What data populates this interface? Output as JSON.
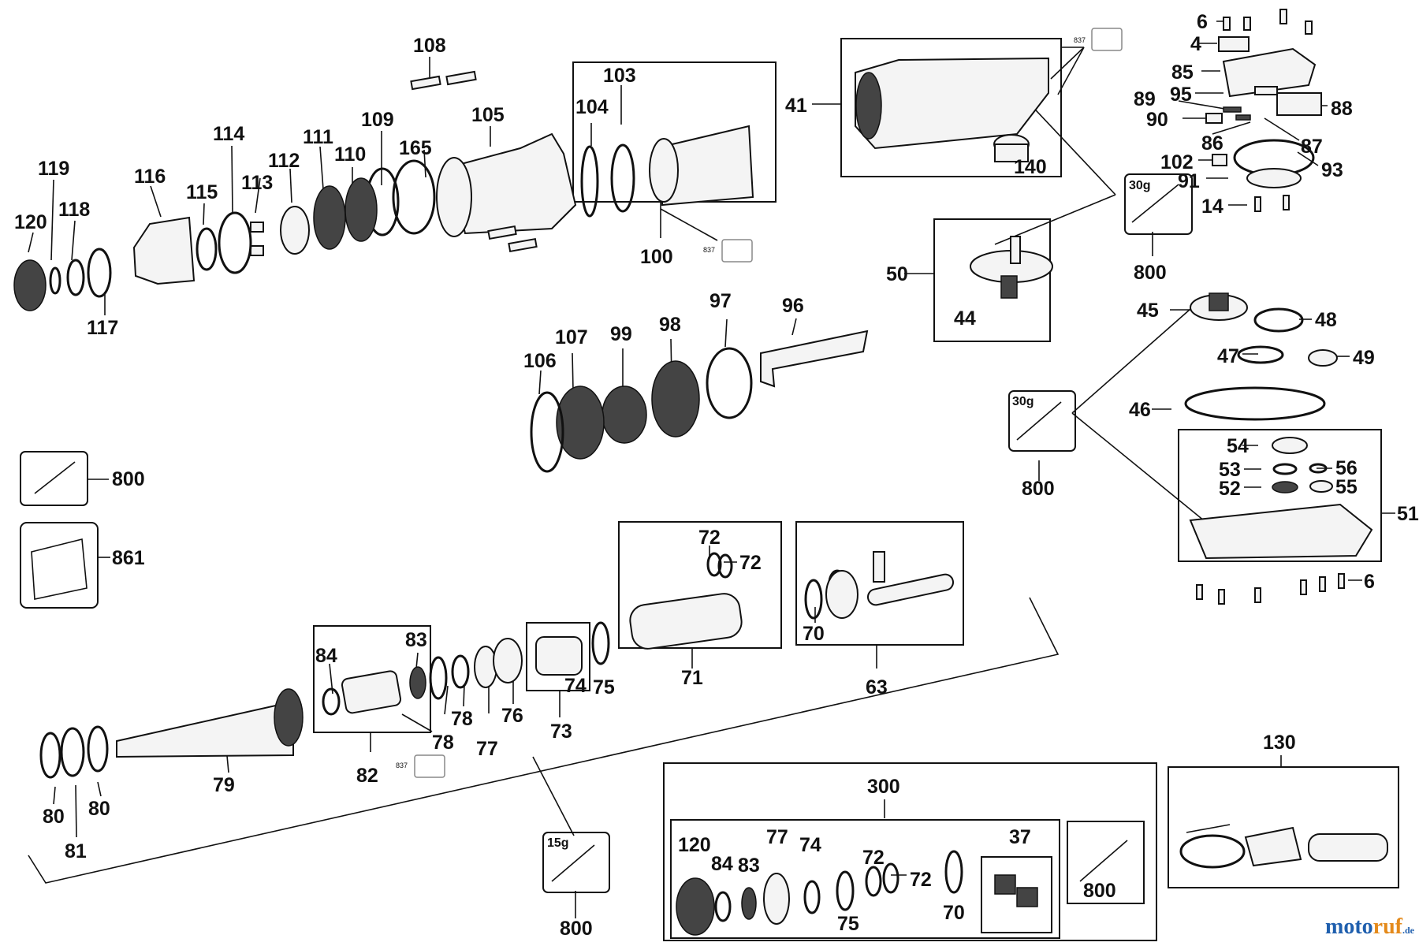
{
  "labels": {
    "l6a": "6",
    "l4": "4",
    "l85": "85",
    "l95": "95",
    "l88": "88",
    "l89": "89",
    "l90": "90",
    "l86": "86",
    "l87": "87",
    "l93": "93",
    "l102": "102",
    "l91": "91",
    "l14": "14",
    "l41": "41",
    "l140": "140",
    "l50": "50",
    "l44": "44",
    "l800a": "800",
    "l108": "108",
    "l103": "103",
    "l104": "104",
    "l105": "105",
    "l100": "100",
    "l165": "165",
    "l109": "109",
    "l110": "110",
    "l111": "111",
    "l112": "112",
    "l113": "113",
    "l114": "114",
    "l115": "115",
    "l116": "116",
    "l119": "119",
    "l118": "118",
    "l120": "120",
    "l117": "117",
    "l97": "97",
    "l96": "96",
    "l98": "98",
    "l99": "99",
    "l107": "107",
    "l106": "106",
    "l45": "45",
    "l48": "48",
    "l47": "47",
    "l49": "49",
    "l46": "46",
    "l54": "54",
    "l53": "53",
    "l56": "56",
    "l52": "52",
    "l55": "55",
    "l51": "51",
    "l800b": "800",
    "l6b": "6",
    "l800c": "800",
    "l861": "861",
    "l72a": "72",
    "l72b": "72",
    "l71": "71",
    "l70a": "70",
    "l63": "63",
    "l84a": "84",
    "l83a": "83",
    "l82": "82",
    "l78a": "78",
    "l78b": "78",
    "l77a": "77",
    "l76": "76",
    "l74a": "74",
    "l75a": "75",
    "l73": "73",
    "l79": "79",
    "l80a": "80",
    "l80b": "80",
    "l81": "81",
    "l800d": "800",
    "l300": "300",
    "l120b": "120",
    "l84b": "84",
    "l83b": "83",
    "l77b": "77",
    "l74b": "74",
    "l75b": "75",
    "l72c": "72",
    "l72d": "72",
    "l70b": "70",
    "l37": "37",
    "l800e": "800",
    "l130": "130"
  },
  "grease": {
    "g30a": "30g",
    "g30b": "30g",
    "g15": "15g"
  },
  "ref837": {
    "r1": "837",
    "r2": "837",
    "r3": "837"
  },
  "brand": {
    "name_a": "moto",
    "name_b": "ruf",
    "tld": ".de",
    "brand_color": "#1f5fae",
    "accent_color": "#e48a1b"
  }
}
